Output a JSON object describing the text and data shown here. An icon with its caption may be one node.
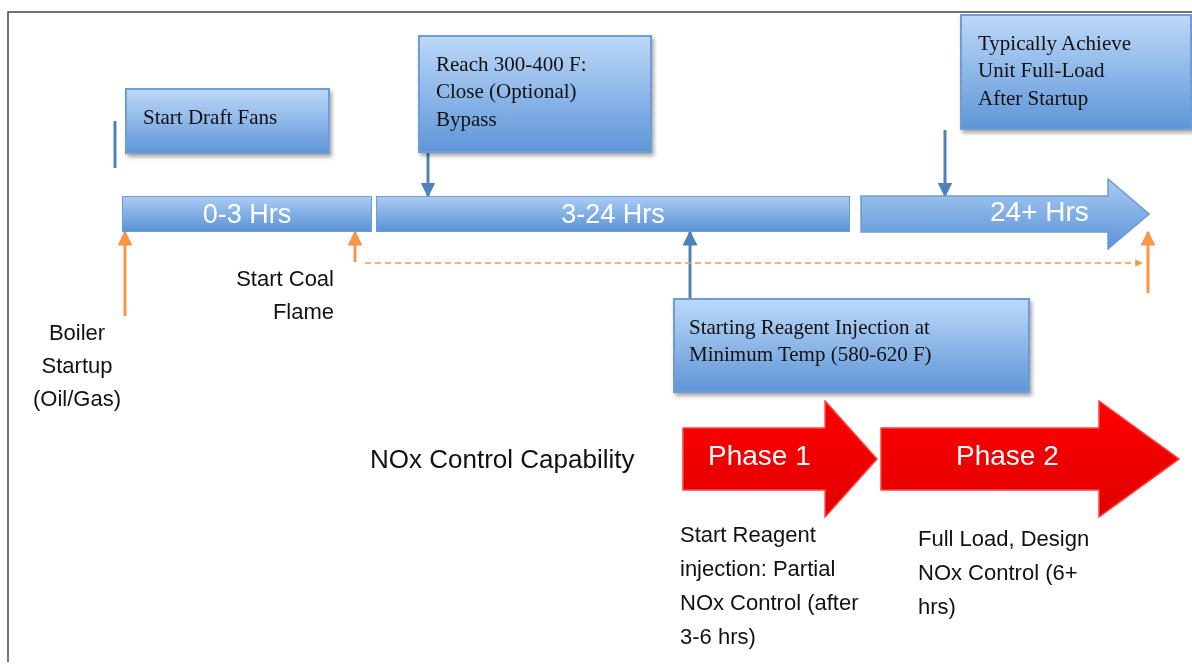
{
  "diagram": {
    "nodes": [
      {
        "text": [
          "Start Draft Fans"
        ]
      },
      {
        "text": [
          "Reach 300-400 F: Close (Optional) Bypass"
        ]
      },
      {
        "text": [
          "Typically Achieve Unit Full-Load After Startup"
        ]
      },
      {
        "text": [
          "0-3 Hrs"
        ]
      },
      {
        "text": [
          "3-24 Hrs"
        ]
      },
      {
        "text": [
          "24+ Hrs"
        ]
      },
      {
        "text": [
          "Start Coal Flame"
        ]
      },
      {
        "text": [
          "Boiler Startup (Oil/Gas)"
        ]
      },
      {
        "text": [
          "Starting Reagent Injection at Minimum Temp (580-620 F)"
        ]
      },
      {
        "text": [
          "Phase 1"
        ],
        "beside": [
          "Start Reagent injection: Partial NOx Control (after 3-6 hrs)"
        ]
      },
      {
        "text": [
          "Phase 2"
        ],
        "beside": [
          "Full Load, Design NOx Control (6+ hrs)"
        ]
      }
    ],
    "edges": [
      {
        "from": 1,
        "to": 4,
        "arrow": "to"
      },
      {
        "from": 2,
        "to": 5,
        "arrow": "to"
      },
      {
        "from": 8,
        "to": 4,
        "arrow": "to"
      },
      {
        "from": 7,
        "to": 3,
        "arrow": "to",
        "color": "#f79646"
      },
      {
        "from": 6,
        "to": 3,
        "arrow": "to",
        "color": "#f79646"
      },
      {
        "from": null,
        "to": 5,
        "arrow": "to",
        "color": "#f79646"
      }
    ],
    "labels": [
      "NOx Control Capability"
    ]
  }
}
